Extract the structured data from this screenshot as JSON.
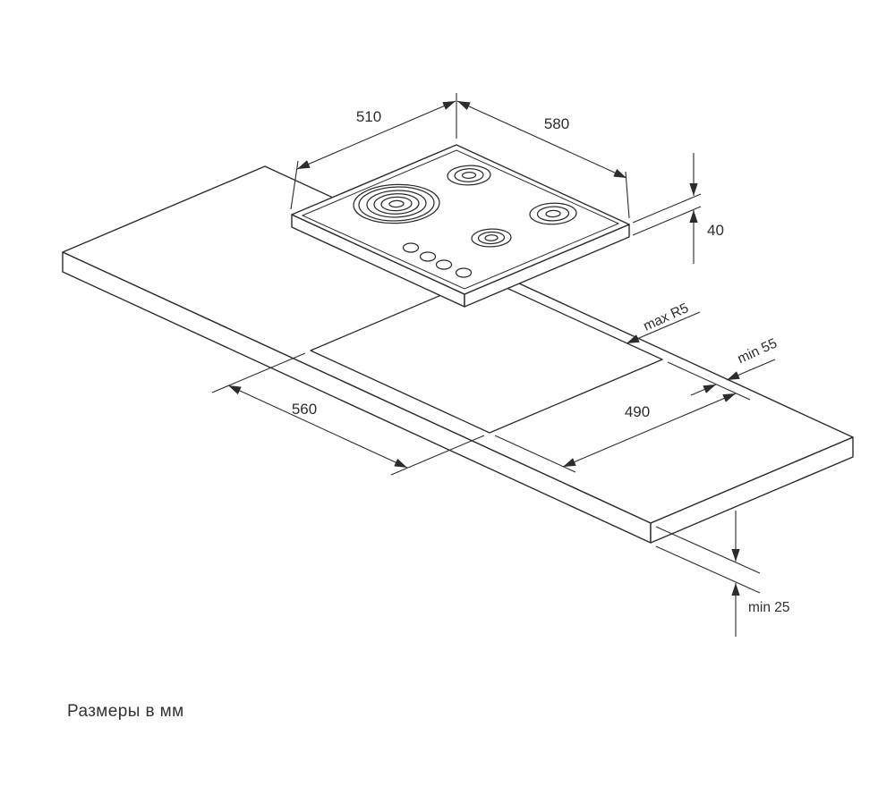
{
  "diagram": {
    "type": "installation-drawing",
    "caption": "Размеры в мм",
    "labels": {
      "hob_depth": "510",
      "hob_width": "580",
      "hob_height": "40",
      "cutout_corner_radius": "max R5",
      "rear_clearance": "min 55",
      "cutout_width": "560",
      "cutout_depth": "490",
      "worktop_thickness": "min 25"
    },
    "colors": {
      "line": "#2c2c2c",
      "text": "#2d2d2d",
      "background": "#ffffff"
    }
  }
}
